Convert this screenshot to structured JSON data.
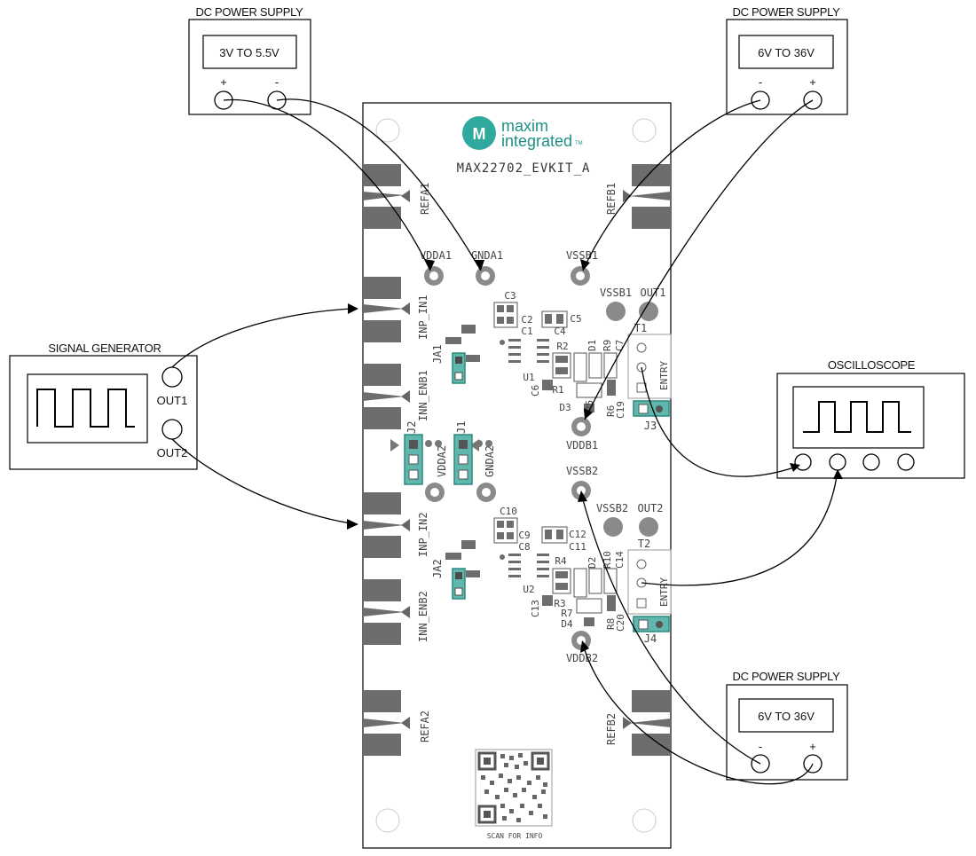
{
  "supplies": {
    "low": {
      "title": "DC POWER SUPPLY",
      "range": "3V TO 5.5V",
      "plus": "+",
      "minus": "-"
    },
    "high1": {
      "title": "DC POWER SUPPLY",
      "range": "6V TO 36V",
      "plus": "+",
      "minus": "-"
    },
    "high2": {
      "title": "DC POWER SUPPLY",
      "range": "6V TO 36V",
      "plus": "+",
      "minus": "-"
    }
  },
  "signal_generator": {
    "title": "SIGNAL GENERATOR",
    "out1": "OUT1",
    "out2": "OUT2"
  },
  "oscilloscope": {
    "title": "OSCILLOSCOPE"
  },
  "board": {
    "brand_line1": "maxim",
    "brand_line2": "integrated",
    "brand_tm": "TM",
    "name": "MAX22702_EVKIT_A",
    "qr_caption": "SCAN FOR INFO",
    "labels": {
      "refa1": "REFA1",
      "refb1": "REFB1",
      "refa2": "REFA2",
      "refb2": "REFB2",
      "vdda1": "VDDA1",
      "gnda1": "GNDA1",
      "vssb1": "VSSB1",
      "vssb1_small": "VSSB1",
      "out1": "OUT1",
      "inp_in1": "INP_IN1",
      "inn_enb1": "INN_ENB1",
      "inp_in2": "INP_IN2",
      "inn_enb2": "INN_ENB2",
      "ja1": "JA1",
      "ja2": "JA2",
      "j1": "J1",
      "j2": "J2",
      "j3": "J3",
      "j4": "J4",
      "vdda2": "VDDA2",
      "gnda2": "GNDA2",
      "vddb1": "VDDB1",
      "vssb2": "VSSB2",
      "vssb2_small": "VSSB2",
      "out2": "OUT2",
      "vddb2": "VDDB2",
      "t1": "T1",
      "t2": "T2",
      "entry1": "ENTRY",
      "entry2": "ENTRY",
      "u1": "U1",
      "u2": "U2",
      "c1": "C1",
      "c2": "C2",
      "c3": "C3",
      "c4": "C4",
      "c5": "C5",
      "c6": "C6",
      "c7": "C7",
      "c8": "C8",
      "c9": "C9",
      "c10": "C10",
      "c11": "C11",
      "c12": "C12",
      "c13": "C13",
      "c14": "C14",
      "c19": "C19",
      "c20": "C20",
      "r1": "R1",
      "r2": "R2",
      "r3": "R3",
      "r4": "R4",
      "r5": "R5",
      "r6": "R6",
      "r7": "R7",
      "r8": "R8",
      "r9": "R9",
      "r10": "R10",
      "d1": "D1",
      "d2": "D2",
      "d3": "D3",
      "d4": "D4"
    }
  }
}
